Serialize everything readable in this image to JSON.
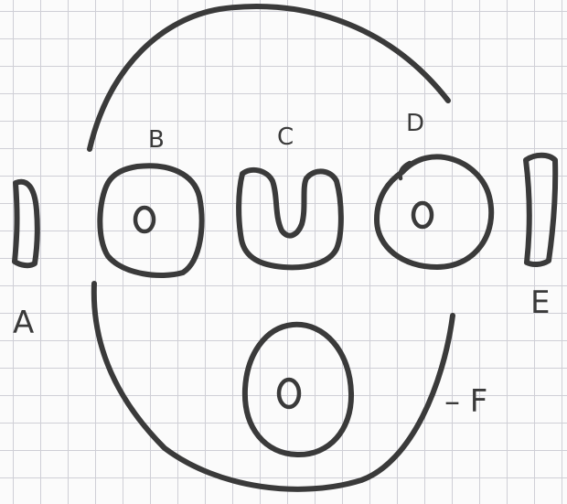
{
  "labels": {
    "a": "A",
    "b": "B",
    "c": "C",
    "d": "D",
    "e": "E",
    "f": "– F"
  },
  "colors": {
    "ink": "#3a3a3a",
    "paper": "#fbfbfb",
    "grid": "#cfcfd6"
  }
}
